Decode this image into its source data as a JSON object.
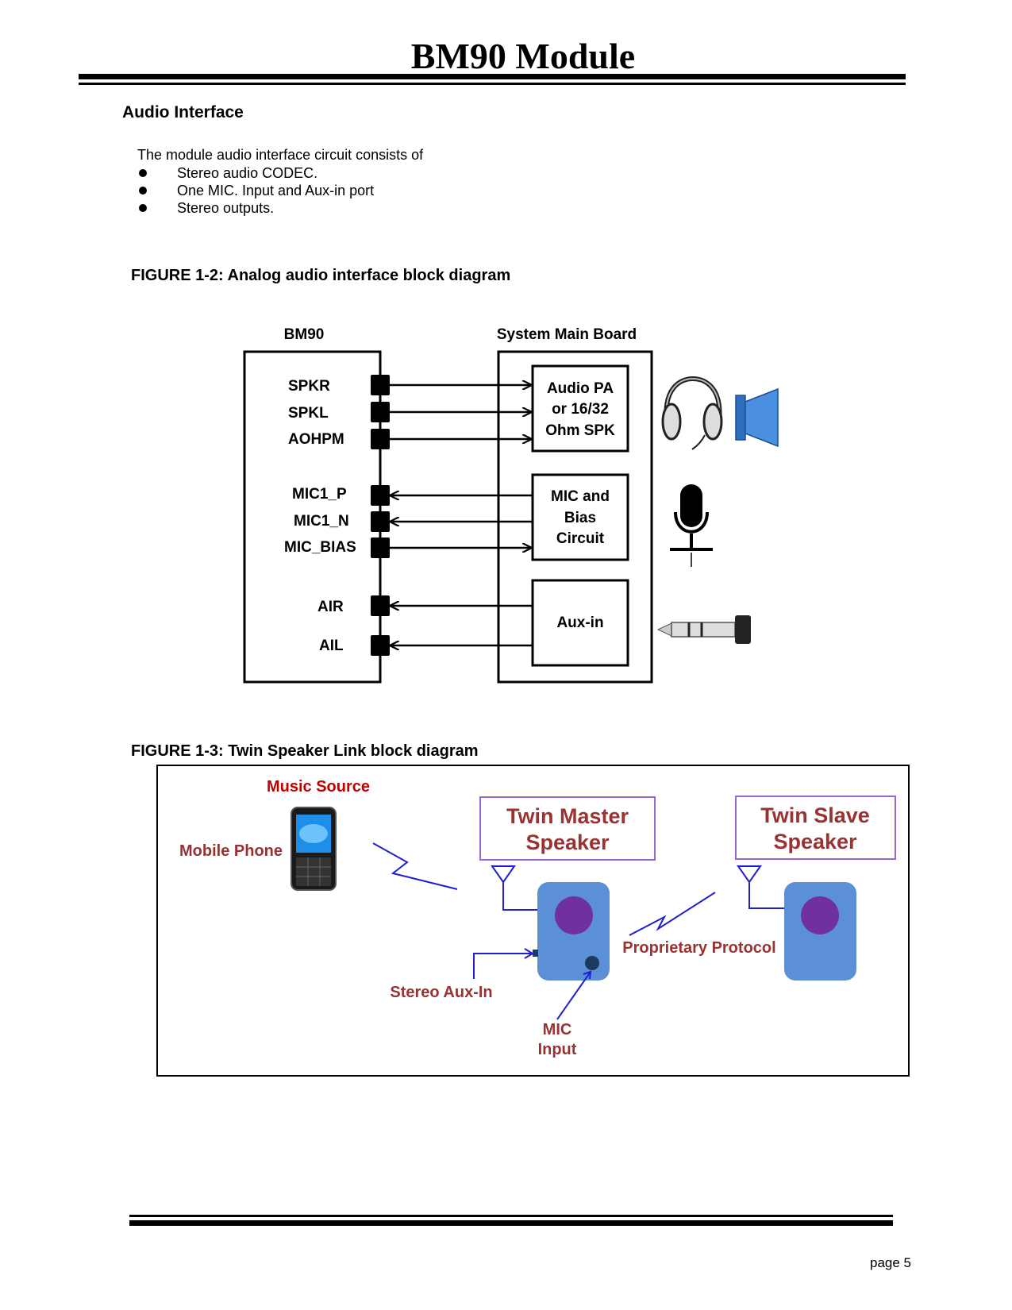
{
  "header": {
    "title": "BM90 Module"
  },
  "section": {
    "heading": "Audio Interface",
    "intro": "The module audio interface circuit consists of",
    "bullets": [
      "Stereo audio CODEC.",
      "One MIC. Input and Aux-in port",
      "Stereo outputs."
    ]
  },
  "figure2": {
    "caption": "FIGURE 1-2: Analog audio interface block diagram",
    "left_block_title": "BM90",
    "right_block_title": "System Main Board",
    "pins": [
      "SPKR",
      "SPKL",
      "AOHPM",
      "MIC1_P",
      "MIC1_N",
      "MIC_BIAS",
      "AIR",
      "AIL"
    ],
    "box_audio_pa": [
      "Audio PA",
      "or 16/32",
      "Ohm SPK"
    ],
    "box_mic": [
      "MIC and",
      "Bias",
      "Circuit"
    ],
    "box_aux": "Aux-in"
  },
  "figure3": {
    "caption": "FIGURE 1-3: Twin Speaker Link block diagram",
    "music_source": "Music Source",
    "mobile_phone": "Mobile Phone",
    "master_label": [
      "Twin Master",
      "Speaker"
    ],
    "slave_label": [
      "Twin Slave",
      "Speaker"
    ],
    "protocol": "Proprietary Protocol",
    "aux_in": "Stereo Aux-In",
    "mic_input": [
      "MIC",
      "Input"
    ]
  },
  "footer": {
    "page": "page 5"
  },
  "colors": {
    "label_red": "#993333",
    "music_source_red": "#c00000",
    "speaker_blue": "#5b8fd6",
    "speaker_purple": "#7030a0",
    "label_box_border": "#9966cc",
    "link_blue": "#1f1fd0"
  }
}
